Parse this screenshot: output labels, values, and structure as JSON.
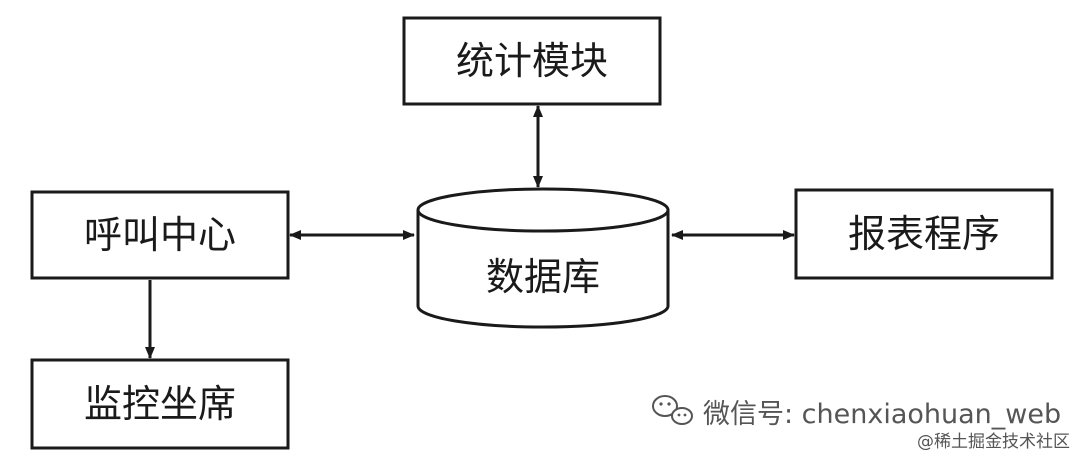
{
  "nodes": {
    "stats_module": "统计模块",
    "call_center": "呼叫中心",
    "database": "数据库",
    "report_program": "报表程序",
    "monitor_seat": "监控坐席"
  },
  "watermark": {
    "wechat": "微信号: chenxiaohuan_web",
    "community": "@稀土掘金技术社区"
  },
  "colors": {
    "stroke": "#1a1a1a",
    "background": "#ffffff",
    "watermark": "#555555"
  },
  "icons": {
    "wechat": "wechat-logo-icon"
  }
}
